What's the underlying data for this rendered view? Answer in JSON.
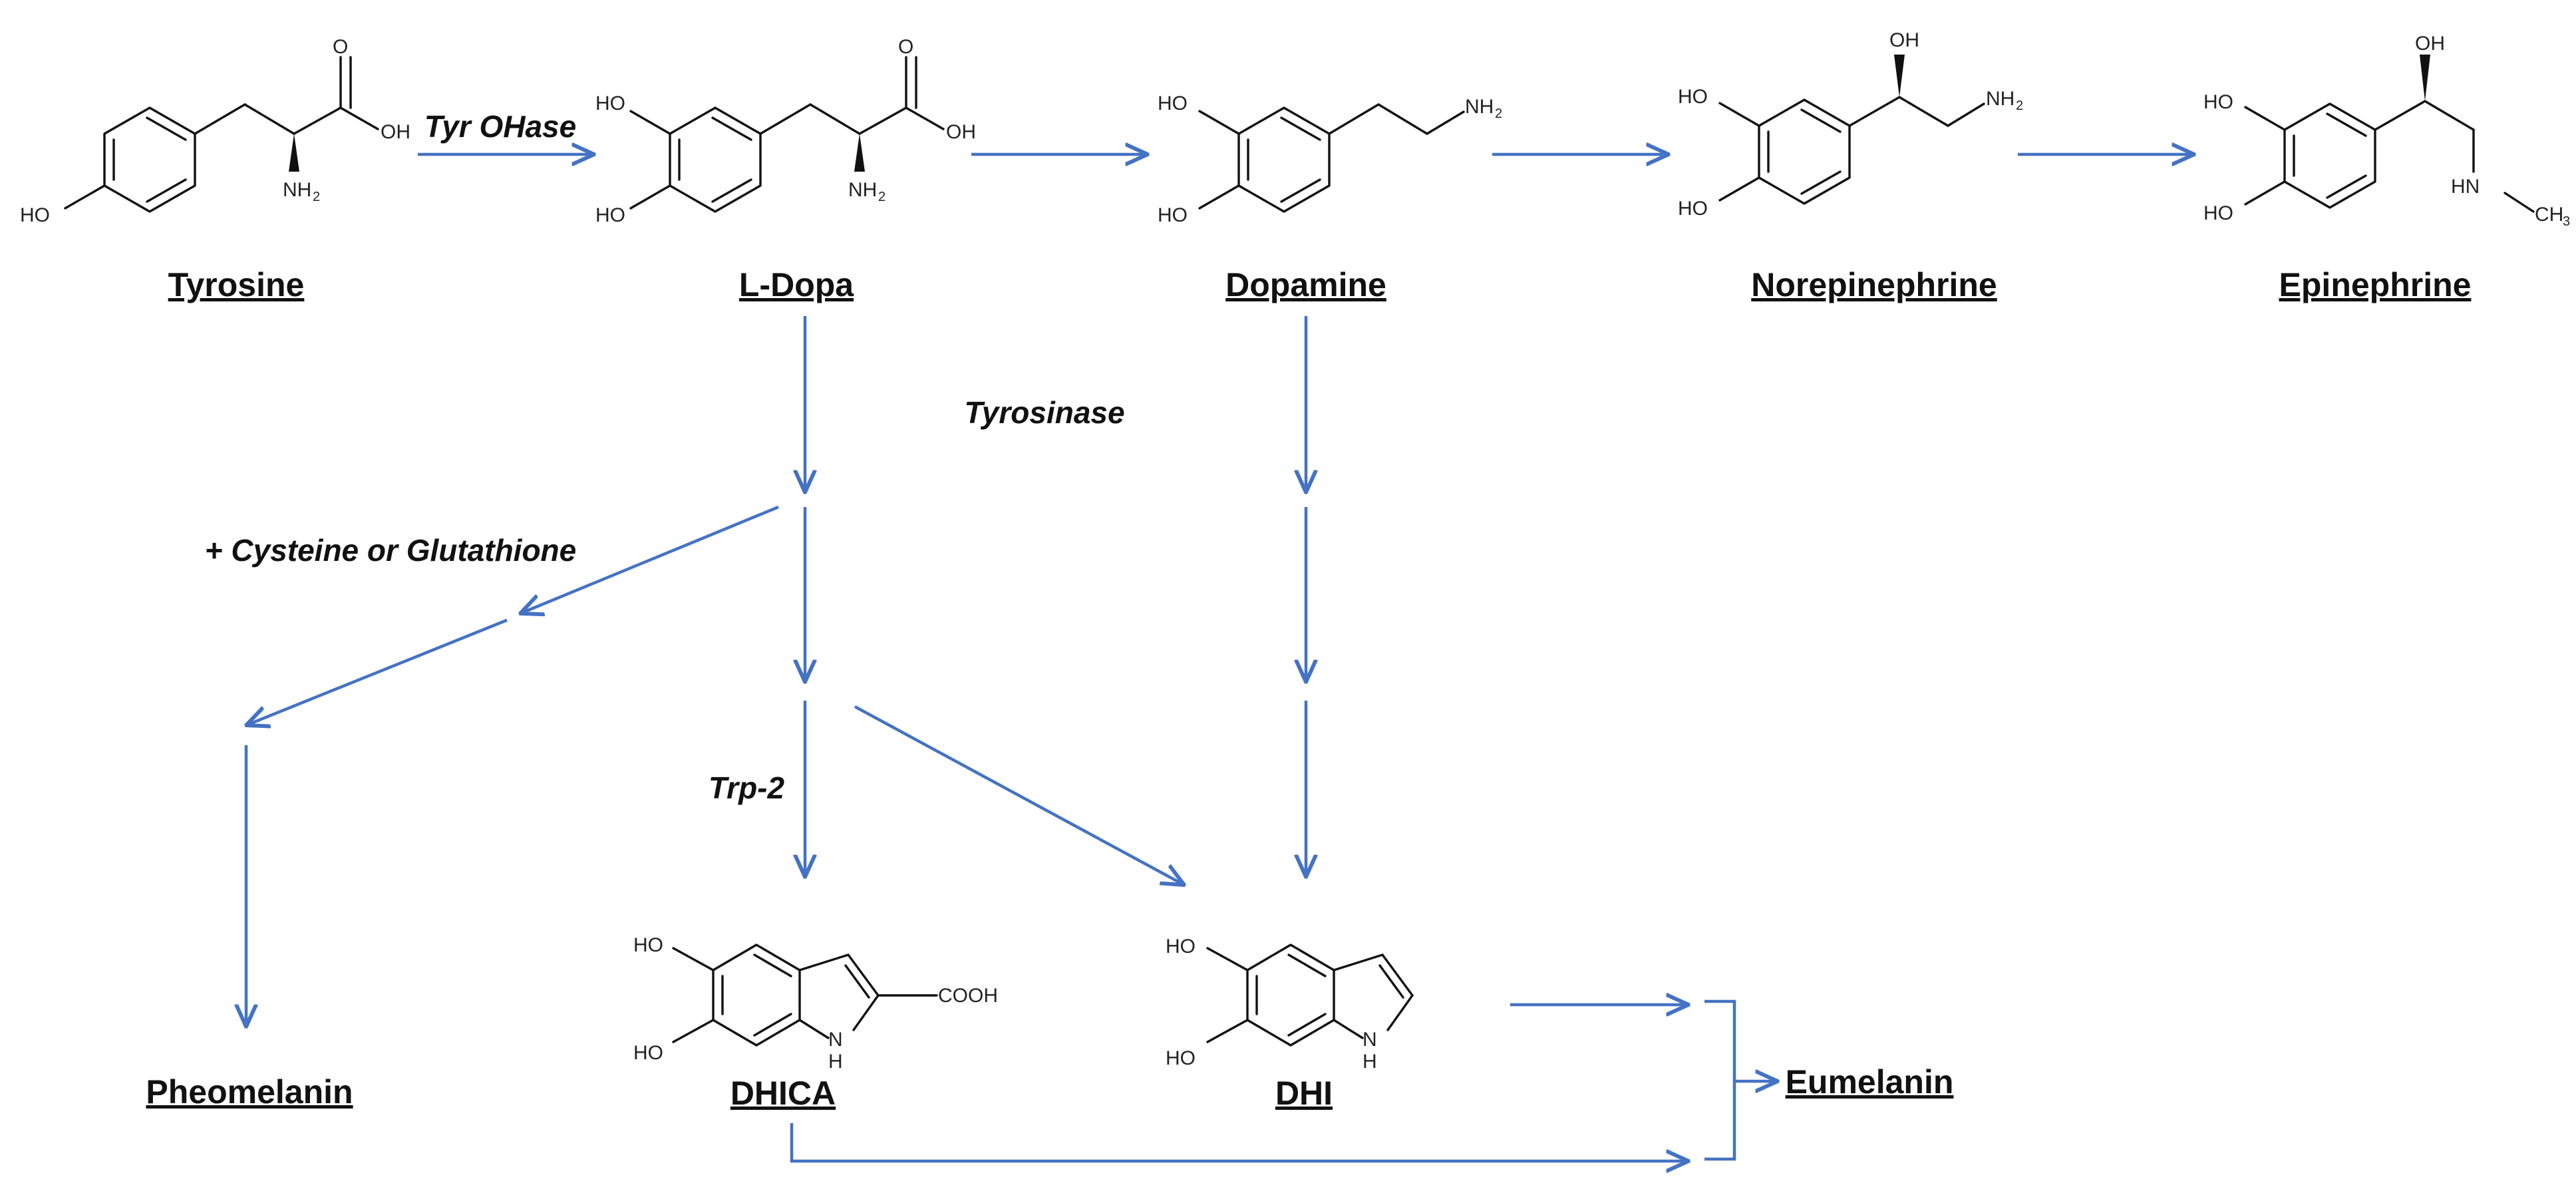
{
  "colors": {
    "arrow": "#4472C4",
    "text": "#111111",
    "background": "#ffffff"
  },
  "compounds": {
    "tyrosine": "Tyrosine",
    "ldopa": "L-Dopa",
    "dopamine": "Dopamine",
    "norepinephrine": "Norepinephrine",
    "epinephrine": "Epinephrine",
    "pheomelanin": "Pheomelanin",
    "dhica": "DHICA",
    "dhi": "DHI",
    "eumelanin": "Eumelanin"
  },
  "enzymes": {
    "tyr_ohase": "Tyr OHase",
    "tyrosinase": "Tyrosinase",
    "cysteine": "+ Cysteine or Glutathione",
    "trp2": "Trp-2"
  },
  "atoms": {
    "ho": "HO",
    "oh": "OH",
    "o": "O",
    "nh": "NH",
    "n": "N",
    "h": "H",
    "hn": "HN",
    "ch": "CH",
    "cooh": "COOH",
    "sub2": "2",
    "sub3": "3"
  }
}
